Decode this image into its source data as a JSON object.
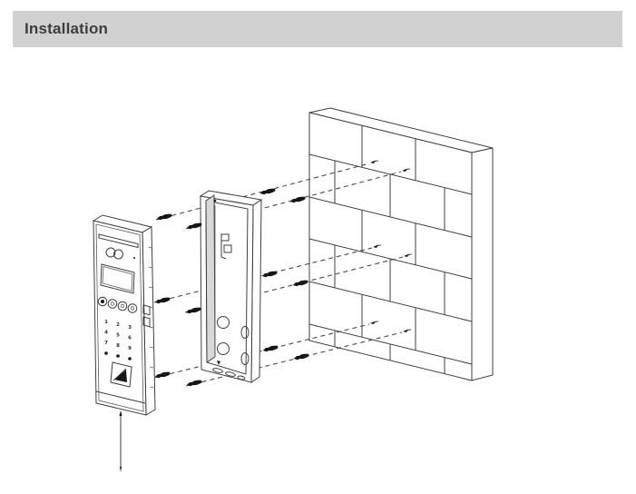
{
  "header": {
    "title": "Installation"
  },
  "figure": {
    "caption_parts": [
      "door station panel",
      "mounting box",
      "brick wall"
    ],
    "door_station": {
      "keypad_digits": [
        "1",
        "2",
        "3",
        "4",
        "5",
        "6",
        "7",
        "8",
        "9"
      ]
    },
    "screw_count": 12,
    "wall_anchor_mark_count": 6,
    "guide_line_count": 6
  },
  "colors": {
    "header_bar": "#d1d1d1",
    "header_text": "#3d3d3d",
    "line": "#3f3f3f",
    "screw_fill": "#161616",
    "background": "#ffffff"
  }
}
